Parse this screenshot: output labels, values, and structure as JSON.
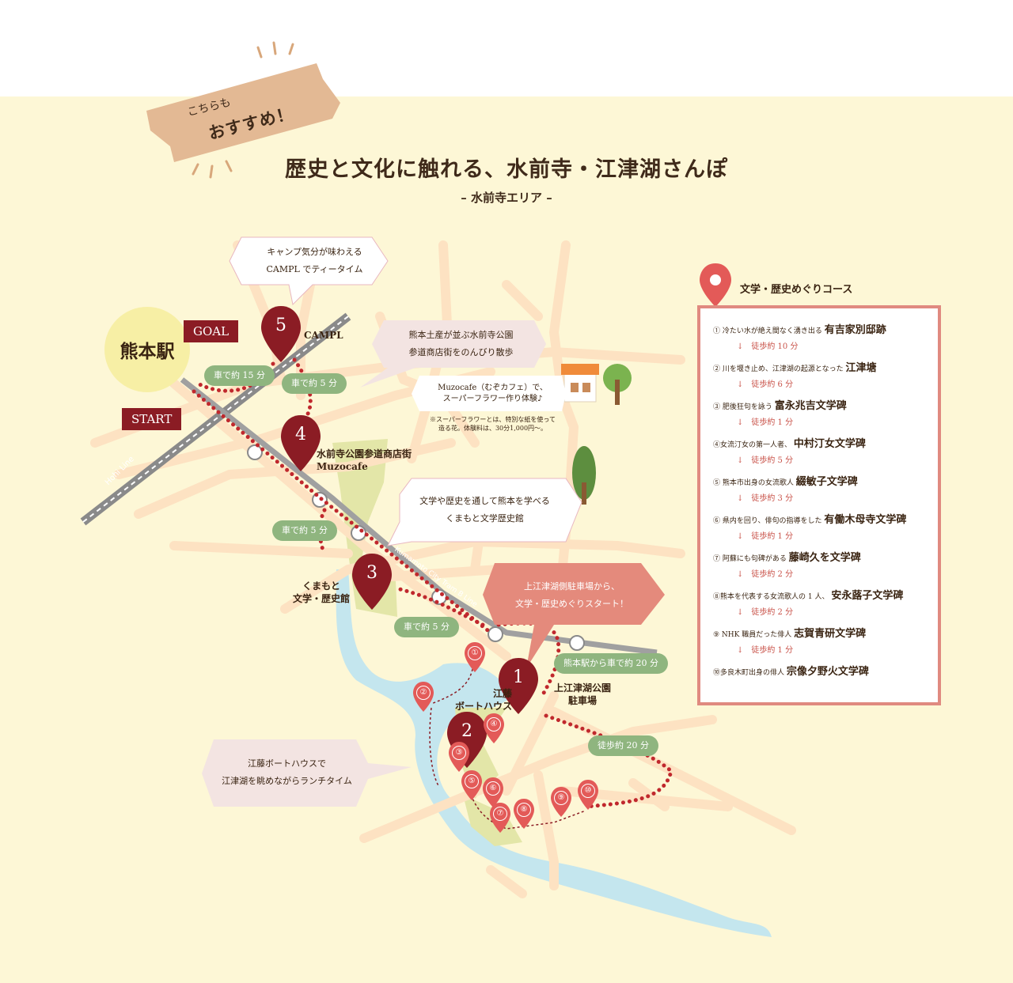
{
  "ribbon": {
    "small": "こちらも",
    "big": "おすすめ！"
  },
  "header": {
    "title": "歴史と文化に触れる、水前寺・江津湖さんぽ",
    "subtitle": "– 水前寺エリア –"
  },
  "station": "熊本駅",
  "tags": {
    "goal": "GOAL",
    "start": "START"
  },
  "lines": {
    "hohi": "Hohi Line",
    "tram": "Kumamoto City Tram B Line"
  },
  "stops": {
    "s1": {
      "num": "1",
      "name": "江藤\nボートハウス"
    },
    "s2": {
      "num": "2"
    },
    "s3": {
      "num": "3",
      "name": "くまもと\n文学・歴史館"
    },
    "s4": {
      "num": "4",
      "name": "水前寺公園参道商店街\nMuzocafe"
    },
    "s5": {
      "num": "5",
      "name": "CAMPL"
    }
  },
  "parking_label": "上江津湖公園\n駐車場",
  "travel": {
    "car15": "車で約 15 分",
    "car5a": "車で約 5 分",
    "car5b": "車で約 5 分",
    "car5c": "車で約 5 分",
    "car20": "熊本駅から車で約 20 分",
    "walk20": "徒歩約 20 分"
  },
  "callouts": {
    "campl": "キャンプ気分が味わえる\nCAMPL でティータイム",
    "sando": "熊本土産が並ぶ水前寺公園\n参道商店街をのんびり散歩",
    "muzocafe": "Muzocafe（むぞカフェ）で、\nスーパーフラワー作り体験♪",
    "muzocafe_note": "※スーパーフラワーとは、特別な紙を使って\n造る花。体験料は、30分1,000円～。",
    "bungaku": "文学や歴史を通して熊本を学べる\nくまもと文学歴史館",
    "start_course": "上江津湖側駐車場から、\n文学・歴史めぐりスタート！",
    "boathouse": "江藤ボートハウスで\n江津湖を眺めながらランチタイム"
  },
  "course": {
    "title": "文学・歴史めぐりコース",
    "items": [
      {
        "prefix": "① 冷たい水が絶え間なく湧き出る",
        "name": "有吉家別邸跡",
        "walk": "↓　徒歩約 10 分"
      },
      {
        "prefix": "② 川を堰き止め、江津湖の起源となった",
        "name": "江津塘",
        "walk": "↓　徒歩約 6 分"
      },
      {
        "prefix": "③ 肥後狂句を詠う",
        "name": "富永兆吉文学碑",
        "walk": "↓　徒歩約 1 分"
      },
      {
        "prefix": "④女流汀女の第一人者、",
        "name": "中村汀女文学碑",
        "walk": "↓　徒歩約 5 分"
      },
      {
        "prefix": "⑤ 熊本市出身の女流歌人",
        "name": "綴敏子文学碑",
        "walk": "↓　徒歩約 3 分"
      },
      {
        "prefix": "⑥ 県内を回り、俳句の指導をした",
        "name": "有働木母寺文学碑",
        "walk": "↓　徒歩約 1 分"
      },
      {
        "prefix": "⑦ 阿蘇にも句碑がある",
        "name": "藤崎久を文学碑",
        "walk": "↓　徒歩約 2 分"
      },
      {
        "prefix": "⑧熊本を代表する女流歌人の 1 人、",
        "name": "安永蕗子文学碑",
        "walk": "↓　徒歩約 2 分"
      },
      {
        "prefix": "⑨ NHK 職員だった俳人",
        "name": "志賀青研文学碑",
        "walk": "↓　徒歩約 1 分"
      },
      {
        "prefix": "⑩多良木町出身の俳人",
        "name": "宗像夕野火文学碑",
        "walk": ""
      }
    ]
  },
  "small_pins": [
    "①",
    "②",
    "③",
    "④",
    "⑤",
    "⑥",
    "⑦",
    "⑧",
    "⑨",
    "⑩"
  ],
  "colors": {
    "background": "#fdf7d6",
    "road": "#fde2c2",
    "water": "#c4e6ee",
    "park": "#e3e6a8",
    "pin_dark": "#8b1c24",
    "pin_light": "#e35a58",
    "route": "#c0282d",
    "green_badge": "#8fb57f",
    "course_border": "#e08a80"
  }
}
